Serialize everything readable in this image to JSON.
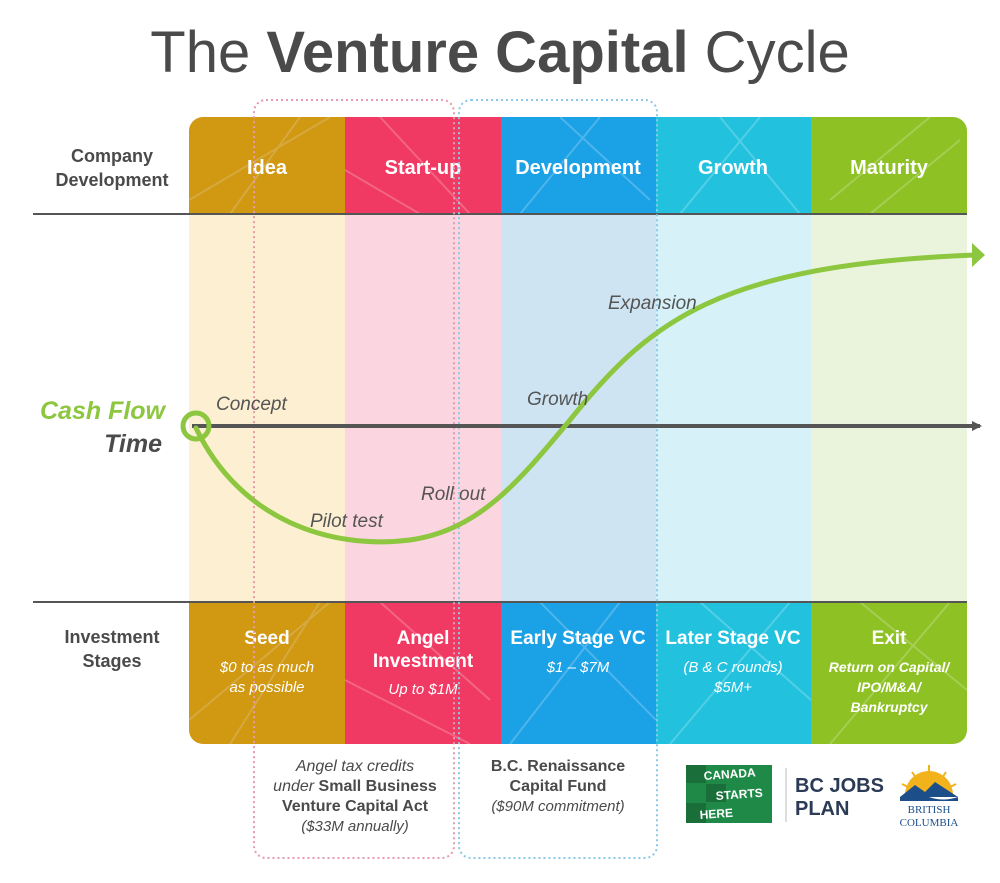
{
  "title": {
    "part1": "The ",
    "bold": "Venture Capital",
    "part2": " Cycle"
  },
  "row_labels": {
    "company_line1": "Company",
    "company_line2": "Development",
    "investment_line1": "Investment",
    "investment_line2": "Stages"
  },
  "axis": {
    "cash_flow": "Cash Flow",
    "time": "Time"
  },
  "phases": [
    {
      "name": "Idea",
      "color": "#e3a513",
      "light": "#fdf0d2"
    },
    {
      "name": "Start-up",
      "color": "#f03a63",
      "light": "#fbd5df"
    },
    {
      "name": "Development",
      "color": "#1ba1e6",
      "light": "#cfe4f2"
    },
    {
      "name": "Growth",
      "color": "#22c2df",
      "light": "#d6f1f7"
    },
    {
      "name": "Maturity",
      "color": "#8dc124",
      "light": "#eaf4dd"
    }
  ],
  "stages": [
    {
      "title1": "Seed",
      "title2": "",
      "desc": [
        "$0 to as much",
        "as possible"
      ]
    },
    {
      "title1": "Angel",
      "title2": "Investment",
      "desc": [
        "Up to $1M"
      ]
    },
    {
      "title1": "Early Stage VC",
      "title2": "",
      "desc": [
        "$1 – $7M"
      ]
    },
    {
      "title1": "Later Stage VC",
      "title2": "",
      "desc": [
        "(B & C rounds)",
        "$5M+"
      ]
    },
    {
      "title1": "Exit",
      "title2": "",
      "desc": [
        "Return on Capital/",
        "IPO/M&A/",
        "Bankruptcy"
      ]
    }
  ],
  "curve_labels": [
    "Concept",
    "Pilot test",
    "Roll out",
    "Growth",
    "Expansion"
  ],
  "notes": {
    "angel": {
      "line1": "Angel tax credits",
      "line2_italic": "under ",
      "line2_bold": "Small Business",
      "line3": "Venture Capital Act",
      "line4": "($33M annually)"
    },
    "renaissance": {
      "line1": "B.C. Renaissance",
      "line2": "Capital Fund",
      "line3": "($90M commitment)"
    }
  },
  "logos": {
    "canada": [
      "CANADA",
      "STARTS",
      "HERE"
    ],
    "bcjobs": [
      "BC JOBS",
      "PLAN"
    ],
    "bc": [
      "BRITISH",
      "COLUMBIA"
    ]
  },
  "colors": {
    "curve": "#8dc63f",
    "axis": "#555555",
    "text": "#4a4a4a",
    "angel_box": "#e89aae",
    "fund_box": "#8cc8e8"
  }
}
